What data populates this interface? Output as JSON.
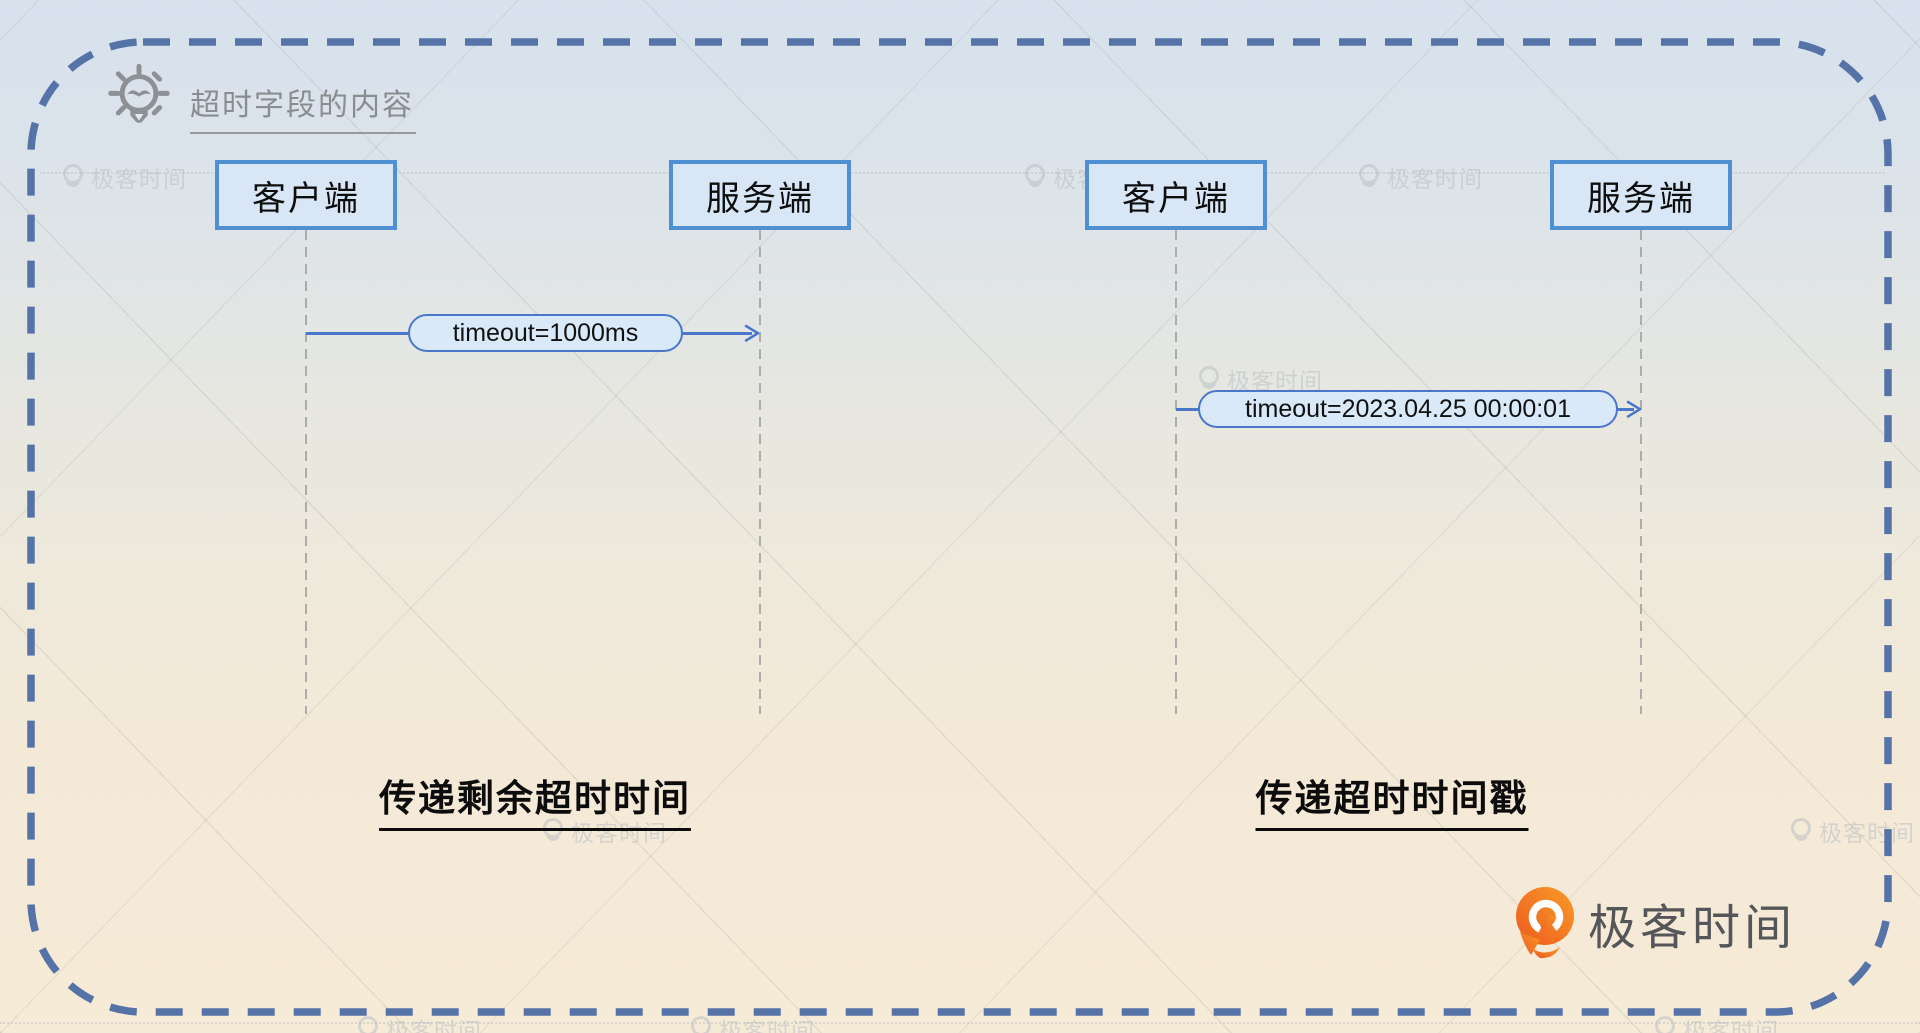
{
  "header": {
    "title": "超时字段的内容",
    "icon": "lightbulb-icon"
  },
  "diagrams": [
    {
      "caption": "传递剩余超时时间",
      "actors": [
        {
          "label": "客户端"
        },
        {
          "label": "服务端"
        }
      ],
      "message": {
        "label": "timeout=1000ms"
      }
    },
    {
      "caption": "传递超时时间戳",
      "actors": [
        {
          "label": "客户端"
        },
        {
          "label": "服务端"
        }
      ],
      "message": {
        "label": "timeout=2023.04.25 00:00:01"
      }
    }
  ],
  "brand": {
    "name": "极客时间",
    "icon": "geektime-logo-icon"
  },
  "watermark": {
    "text": "极客时间",
    "icon": "watermark-logo-icon"
  },
  "colors": {
    "frame_dash": "#5673a8",
    "box_border": "#4f90d2",
    "box_fill": "#d9e6f6",
    "arrow_blue": "#4a77c9",
    "pill_fill": "#d9e9f8",
    "caption_text": "#0c0c0c",
    "title_gray": "#8a8d90",
    "logo_orange": "#f0661f",
    "logo_text_gray": "#55565a",
    "background_top": "#d7e2ee",
    "background_bottom": "#f6ebd7"
  }
}
